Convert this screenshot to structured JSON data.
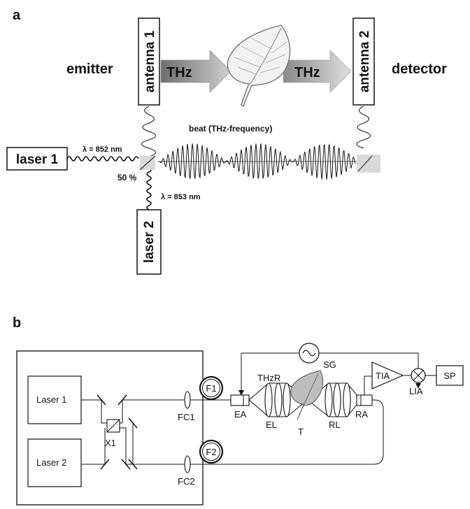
{
  "panel_a": {
    "letter": "a",
    "emitter": "emitter",
    "detector": "detector",
    "antenna1": "antenna 1",
    "antenna2": "antenna 2",
    "thz_left": "THz",
    "thz_right": "THz",
    "beat": "beat (THz-frequency)",
    "laser1": "laser 1",
    "laser2": "laser 2",
    "lambda1": "λ = 852 nm",
    "lambda2": "λ = 853 nm",
    "split": "50 %"
  },
  "panel_b": {
    "letter": "b",
    "laser1": "Laser 1",
    "laser2": "Laser 2",
    "x1": "X1",
    "fc1": "FC1",
    "fc2": "FC2",
    "f1": "F1",
    "f2": "F2",
    "sg": "SG",
    "ea": "EA",
    "thzr": "THzR",
    "el": "EL",
    "t": "T",
    "rl": "RL",
    "ra": "RA",
    "tia": "TIA",
    "lia": "LIA",
    "sp": "SP"
  }
}
